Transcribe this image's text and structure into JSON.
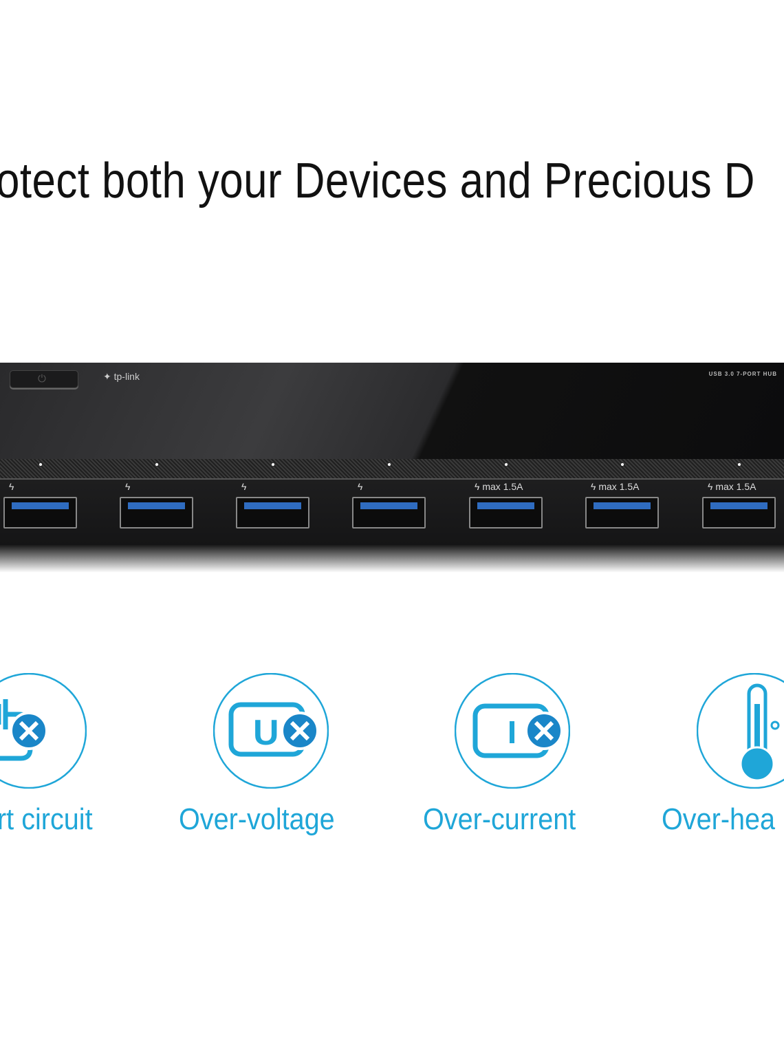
{
  "headline": "otect both your Devices and Precious D",
  "product": {
    "brand_logo": "tp-link",
    "model_text": "USB 3.0  7-PORT  HUB",
    "power_button_icon": "power-icon",
    "port_count": 7,
    "port_labels": [
      "",
      "",
      "",
      "",
      "max 1.5A",
      "max 1.5A",
      "max 1.5A"
    ],
    "port_color": "#2f6cc0"
  },
  "features": [
    {
      "label": "rt circuit",
      "icon": "short-circuit-icon"
    },
    {
      "label": "Over-voltage",
      "icon": "over-voltage-icon"
    },
    {
      "label": "Over-current",
      "icon": "over-current-icon"
    },
    {
      "label": "Over-hea",
      "icon": "over-heat-icon"
    }
  ],
  "colors": {
    "accent": "#1fa6d8"
  }
}
